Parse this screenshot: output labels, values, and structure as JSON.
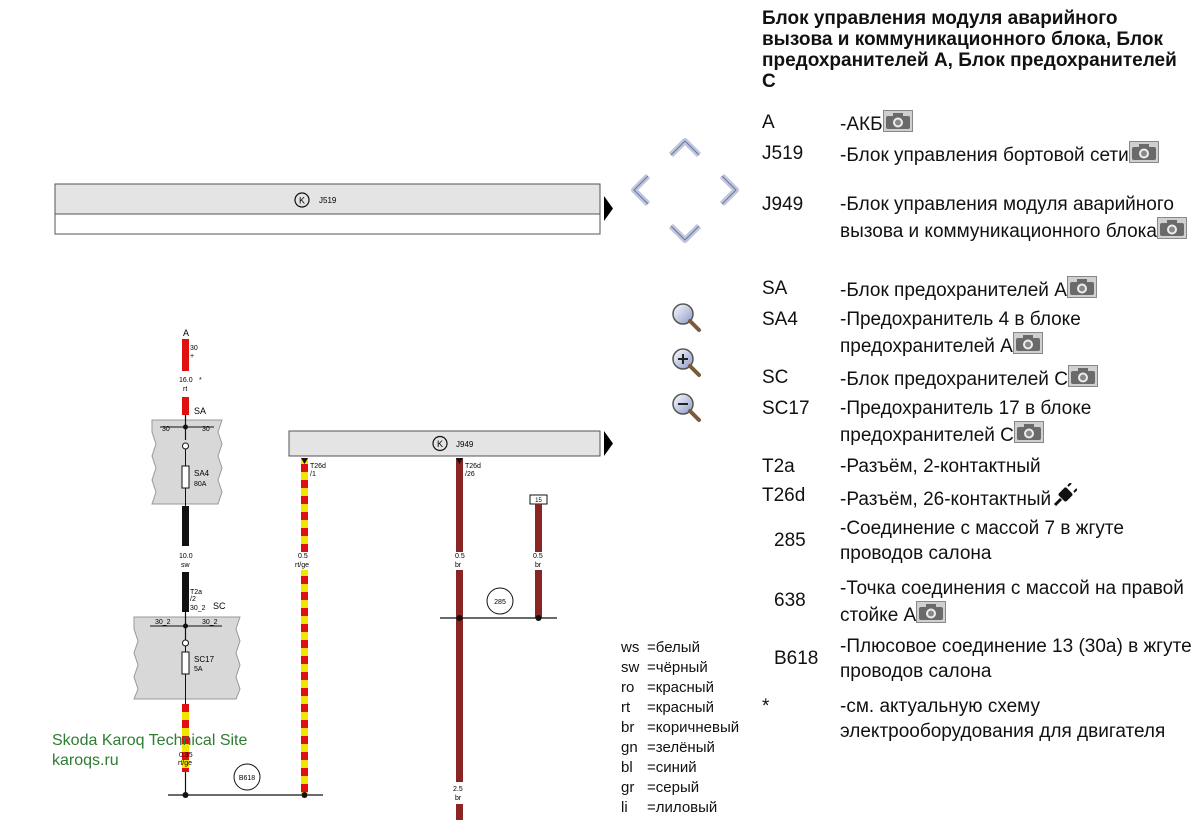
{
  "title": "Блок управления модуля аварийного вызова и коммуникационного блока, Блок предохранителей A, Блок предохранителей C",
  "legend": [
    {
      "code": "A",
      "desc": "АКБ",
      "camera": true
    },
    {
      "code": "J519",
      "desc": "Блок управления бортовой сети",
      "camera": true
    },
    {
      "code": "J949",
      "desc": "Блок управления модуля аварийного вызова и коммуникационного блока",
      "camera": true
    },
    {
      "code": "SA",
      "desc": "Блок предохранителей A",
      "camera": true
    },
    {
      "code": "SA4",
      "desc": "Предохранитель 4 в блоке предохранителей A",
      "camera": true
    },
    {
      "code": "SC",
      "desc": "Блок предохранителей C",
      "camera": true
    },
    {
      "code": "SC17",
      "desc": "Предохранитель 17 в блоке предохранителей C",
      "camera": true
    },
    {
      "code": "T2a",
      "desc": "Разъём, 2-контактный",
      "camera": false
    },
    {
      "code": "T26d",
      "desc": "Разъём, 26-контактный",
      "camera": false,
      "plug": true
    },
    {
      "code": "285",
      "desc": "Соединение с массой 7 в жгуте проводов салона",
      "camera": false
    },
    {
      "code": "638",
      "desc": "Точка соединения с массой на правой стойке A",
      "camera": true
    },
    {
      "code": "B618",
      "desc": "Плюсовое соединение 13 (30a) в жгуте проводов салона",
      "camera": false
    },
    {
      "code": "*",
      "desc": "см. актуальную схему электрооборудования для двигателя",
      "camera": false
    }
  ],
  "wire_colors": [
    {
      "code": "ws",
      "name": "белый"
    },
    {
      "code": "sw",
      "name": "чёрный"
    },
    {
      "code": "ro",
      "name": "красный"
    },
    {
      "code": "rt",
      "name": "красный"
    },
    {
      "code": "br",
      "name": "коричневый"
    },
    {
      "code": "gn",
      "name": "зелёный"
    },
    {
      "code": "bl",
      "name": "синий"
    },
    {
      "code": "gr",
      "name": "серый"
    },
    {
      "code": "li",
      "name": "лиловый"
    }
  ],
  "watermark": {
    "line1": "Skoda Karoq Technical Site",
    "line2": "karoqs.ru"
  },
  "diagram": {
    "j519_label": "J519",
    "j949_label": "J949",
    "k_symbol": "K",
    "battery_label": "A",
    "battery_terminal": "30",
    "battery_sign": "+",
    "wire1_size": "16.0",
    "wire1_color": "rt",
    "wire1_star": "*",
    "sa_label": "SA",
    "sa_terminal_left": "30",
    "sa_terminal_right": "30",
    "sa4_label": "SA4",
    "sa4_rating": "80A",
    "wire2_size": "10.0",
    "wire2_color": "sw",
    "t2a_label": "T2a",
    "t2a_pin": "/2",
    "sc_label": "SC",
    "t2a_term": "30_2",
    "sc_terminal_left": "30_2",
    "sc_terminal_right": "30_2",
    "sc17_label": "SC17",
    "sc17_rating": "5A",
    "wire3_size": "0.35",
    "wire3_color": "rt/ge",
    "b618_label": "B618",
    "t26d_a_label": "T26d",
    "t26d_a_pin": "/1",
    "wire4_size": "0.5",
    "wire4_color": "rt/ge",
    "t26d_b_label": "T26d",
    "t26d_b_pin": "/26",
    "wire5_size": "0.5",
    "wire5_color": "br",
    "wire6_size": "0.5",
    "wire6_color": "br",
    "ground_label": "285",
    "point_label": "15",
    "wire7_size": "2.5",
    "wire7_color": "br"
  },
  "colors": {
    "module_fill": "#e4e4e4",
    "fuse_fill": "#d8d8d8",
    "red": "#e01010",
    "yellow": "#f2e600",
    "brown": "#8a2525",
    "black": "#111111",
    "watermark": "#2e7d32"
  },
  "nav_icons": [
    "arrow-up-icon",
    "arrow-left-icon",
    "arrow-right-icon",
    "arrow-down-icon",
    "zoom-fit-icon",
    "zoom-in-icon",
    "zoom-out-icon"
  ]
}
